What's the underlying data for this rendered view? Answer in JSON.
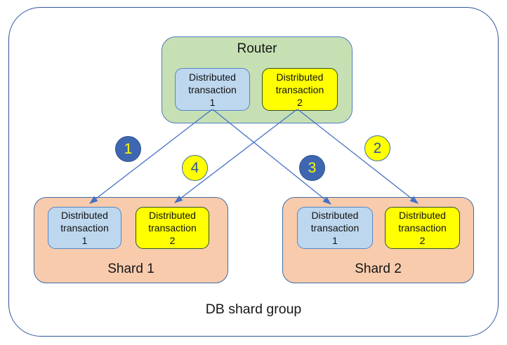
{
  "outer": {
    "label": "DB shard group"
  },
  "router": {
    "label": "Router",
    "transactions": [
      {
        "name": "Distributed transaction 1",
        "lines": [
          "Distributed",
          "transaction",
          "1"
        ],
        "fill": "#BDD7EE"
      },
      {
        "name": "Distributed transaction 2",
        "lines": [
          "Distributed",
          "transaction",
          "2"
        ],
        "fill": "#FFFF00"
      }
    ]
  },
  "shards": [
    {
      "label": "Shard 1",
      "transactions": [
        {
          "name": "Distributed transaction 1",
          "lines": [
            "Distributed",
            "transaction",
            "1"
          ],
          "fill": "#BDD7EE"
        },
        {
          "name": "Distributed transaction 2",
          "lines": [
            "Distributed",
            "transaction",
            "2"
          ],
          "fill": "#FFFF00"
        }
      ]
    },
    {
      "label": "Shard 2",
      "transactions": [
        {
          "name": "Distributed transaction 1",
          "lines": [
            "Distributed",
            "transaction",
            "1"
          ],
          "fill": "#BDD7EE"
        },
        {
          "name": "Distributed transaction 2",
          "lines": [
            "Distributed",
            "transaction",
            "2"
          ],
          "fill": "#FFFF00"
        }
      ]
    }
  ],
  "arrows": [
    {
      "badge": "1",
      "badge_style": "blue",
      "from": "Router Distributed transaction 1",
      "to": "Shard 1 Distributed transaction 1"
    },
    {
      "badge": "2",
      "badge_style": "yellow",
      "from": "Router Distributed transaction 2",
      "to": "Shard 2 Distributed transaction 2"
    },
    {
      "badge": "3",
      "badge_style": "blue",
      "from": "Router Distributed transaction 1",
      "to": "Shard 2 Distributed transaction 1"
    },
    {
      "badge": "4",
      "badge_style": "yellow",
      "from": "Router Distributed transaction 2",
      "to": "Shard 1 Distributed transaction 2"
    }
  ],
  "colors": {
    "router_fill": "#C6E0B4",
    "shard_fill": "#F8CBAD",
    "transaction_blue_fill": "#BDD7EE",
    "transaction_yellow_fill": "#FFFF00",
    "line_blue": "#4472C4",
    "outer_border": "#2F5597",
    "badge_blue_fill": "#3F67B1",
    "badge_yellow_fill": "#FFFF00",
    "text_color": "#161616"
  }
}
